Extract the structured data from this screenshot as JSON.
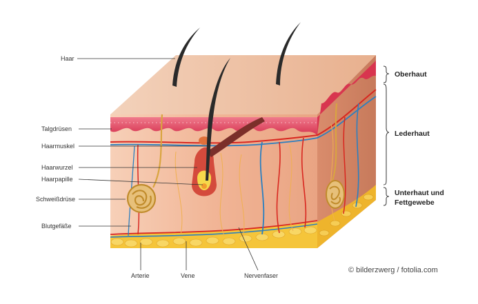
{
  "labels_left": [
    "Haar",
    "Talgdrüsen",
    "Haarmuskel",
    "Haarwurzel",
    "Haarpapille",
    "Schweißdrüse",
    "Blutgefäße"
  ],
  "labels_bottom": [
    "Arterie",
    "Vene",
    "Nervenfaser"
  ],
  "layers": {
    "oberhaut": "Oberhaut",
    "lederhaut": "Lederhaut",
    "unterhaut_line1": "Unterhaut und",
    "unterhaut_line2": "Fettgewebe"
  },
  "credit": "© bilderzwerg / fotolia.com",
  "colors": {
    "skin_top": "#f0c0a0",
    "skin_front": "#f3b99a",
    "skin_side": "#d99577",
    "epidermis_red": "#e0405a",
    "fat_yellow": "#f5c53a",
    "artery": "#d8261f",
    "vein": "#2a7fc0",
    "nerve": "#f0b050",
    "hair": "#2a2a2a"
  }
}
